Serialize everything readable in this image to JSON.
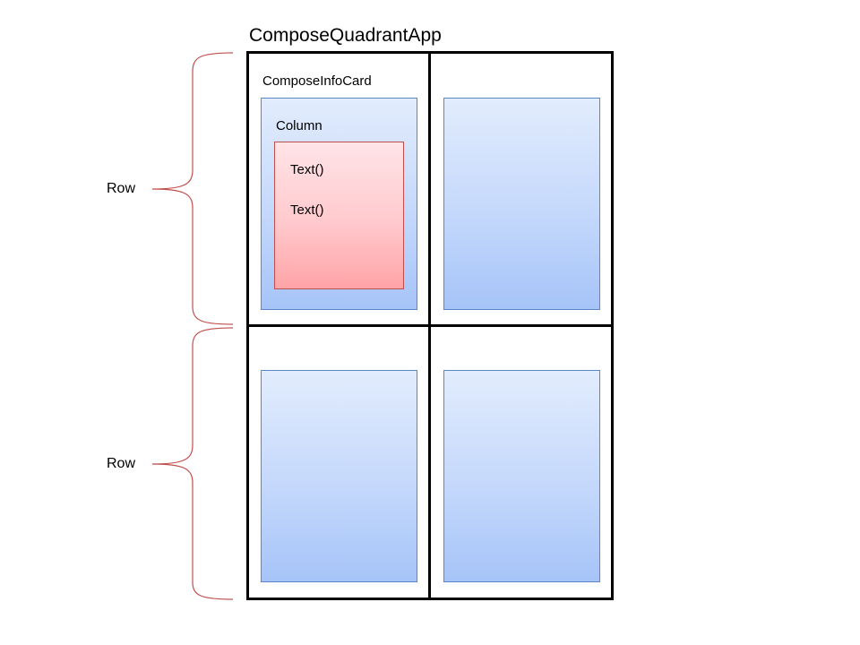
{
  "diagram": {
    "title": "ComposeQuadrantApp",
    "rows": [
      {
        "label": "Row"
      },
      {
        "label": "Row"
      }
    ],
    "info_card_label": "ComposeInfoCard",
    "column_label": "Column",
    "text_items": [
      "Text()",
      "Text()"
    ]
  },
  "colors": {
    "card_fill_top": "#e2ecfd",
    "card_fill_bottom": "#a6c4f8",
    "card_border": "#5b86c8",
    "text_box_fill_top": "#ffe4e7",
    "text_box_fill_bottom": "#ffa4a7",
    "text_box_border": "#c0504d",
    "brace_color": "#c0504d",
    "frame_color": "#000000"
  }
}
